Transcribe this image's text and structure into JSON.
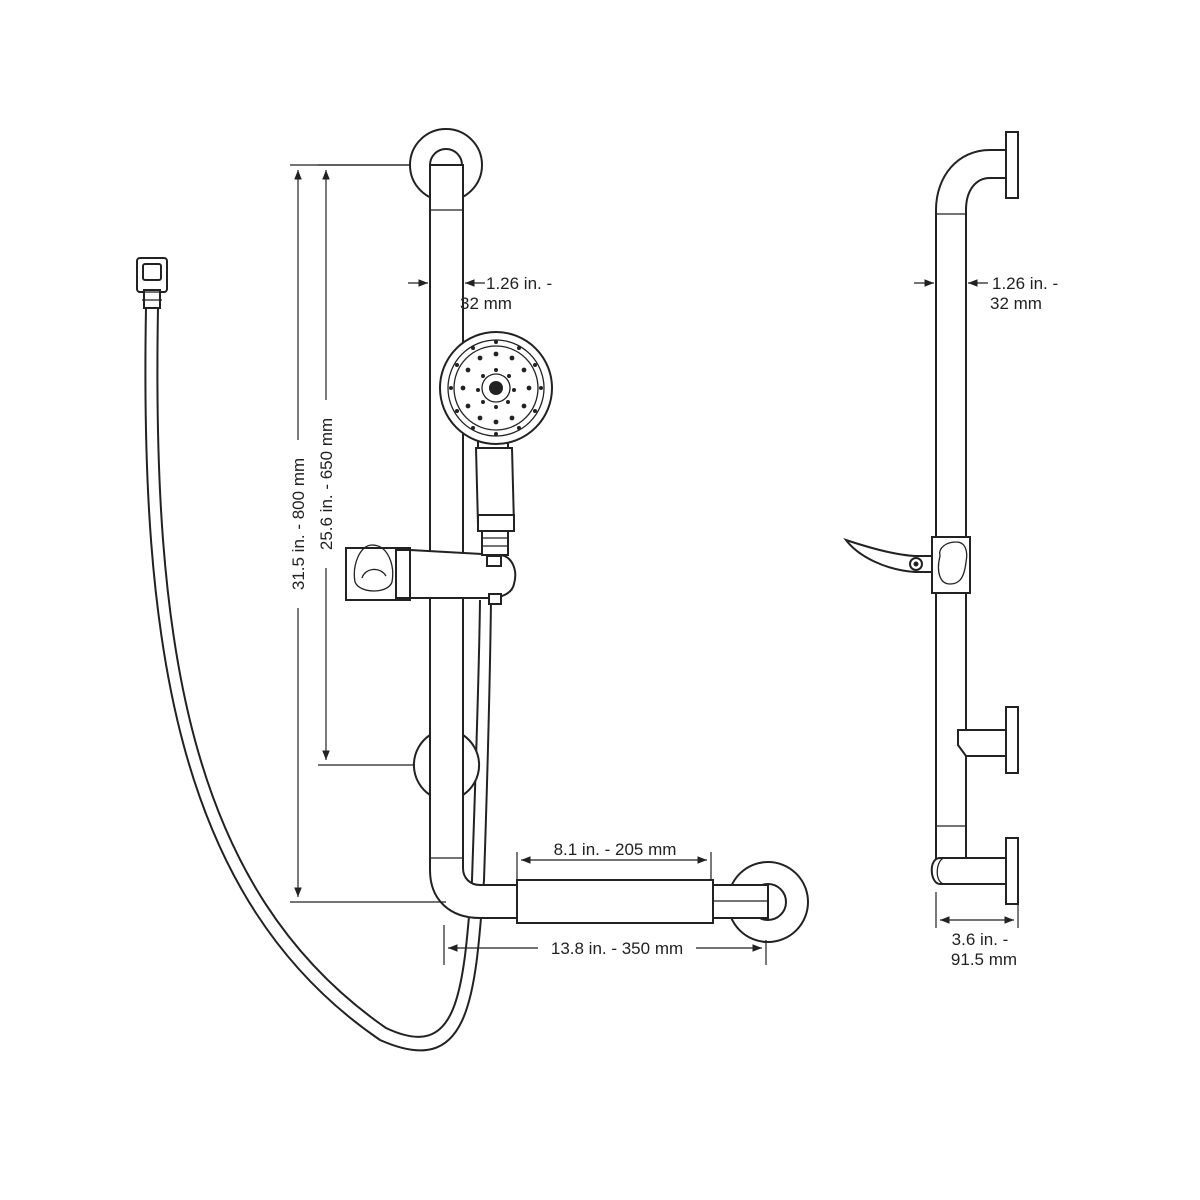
{
  "drawing": {
    "colors": {
      "line": "#222222",
      "background": "#ffffff"
    },
    "dimensions": {
      "overall_height": "31.5 in. - 800 mm",
      "mount_spacing": "25.6 in. - 650 mm",
      "bar_diameter_front_line1": "1.26 in. -",
      "bar_diameter_front_line2": "32 mm",
      "horizontal_grip": "8.1 in. - 205 mm",
      "overall_width": "13.8 in. - 350 mm",
      "bar_diameter_side_line1": "1.26 in. -",
      "bar_diameter_side_line2": "32 mm",
      "wall_projection_line1": "3.6 in. -",
      "wall_projection_line2": "91.5 mm"
    }
  }
}
